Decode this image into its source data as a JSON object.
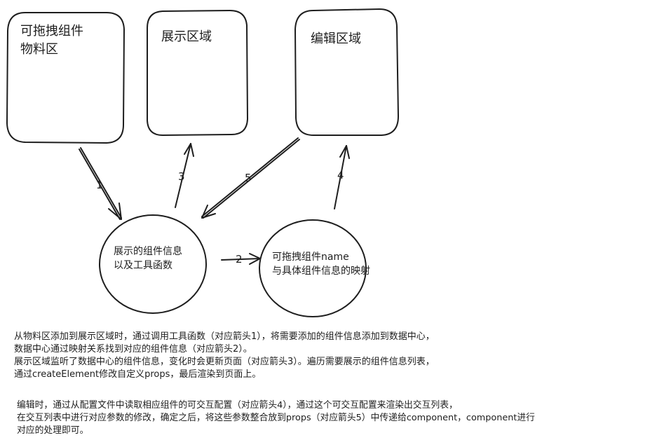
{
  "boxes": {
    "material": "可拖拽组件\n物料区",
    "display": "展示区域",
    "edit": "编辑区域"
  },
  "circles": {
    "center": "展示的组件信息\n以及工具函数",
    "map": "可拖拽组件name\n与具体组件信息的映射"
  },
  "arrows": {
    "a1": "1",
    "a2": "2",
    "a3": "3",
    "a4": "4",
    "a5": "5"
  },
  "notes": {
    "para1": [
      "从物料区添加到展示区域时，通过调用工具函数（对应箭头1），将需要添加的组件信息添加到数据中心，",
      "数据中心通过映射关系找到对应的组件信息（对应箭头2）。",
      "展示区域监听了数据中心的组件信息，变化时会更新页面（对应箭头3）。遍历需要展示的组件信息列表，",
      "通过createElement修改自定义props，最后渲染到页面上。"
    ],
    "para2": [
      "编辑时，通过从配置文件中读取相应组件的可交互配置（对应箭头4），通过这个可交互配置来渲染出交互列表，",
      "在交互列表中进行对应参数的修改，确定之后，将这些参数整合放到props（对应箭头5）中传递给component，component进行",
      "对应的处理即可。"
    ]
  }
}
